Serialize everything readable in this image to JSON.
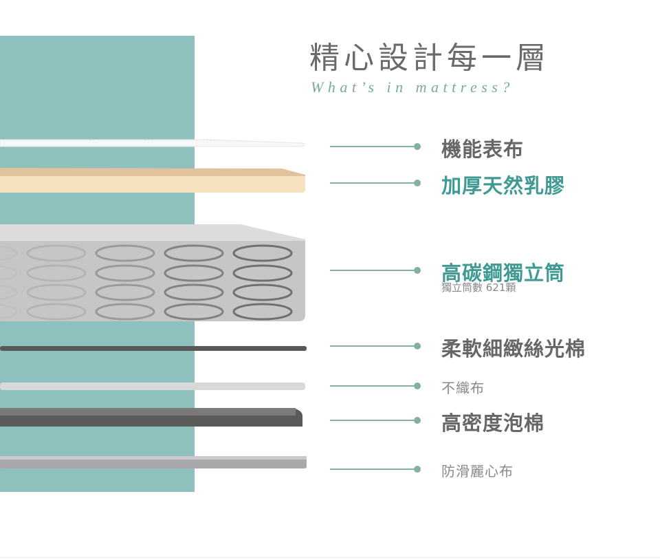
{
  "header": {
    "title": "精心設計每一層",
    "subtitle": "What’s in mattress?"
  },
  "layers": [
    {
      "label": "機能表布",
      "style": "big"
    },
    {
      "label": "加厚天然乳膠",
      "style": "big-teal"
    },
    {
      "label": "高碳鋼獨立筒",
      "style": "big-teal",
      "note": "獨立筒數 621顆"
    },
    {
      "label": "柔軟細緻絲光棉",
      "style": "big"
    },
    {
      "label": "不織布",
      "style": "small"
    },
    {
      "label": "高密度泡棉",
      "style": "big"
    },
    {
      "label": "防滑麗心布",
      "style": "small"
    }
  ],
  "colors": {
    "panel": "#8ec0bd",
    "accent": "#3f9a93",
    "connector": "#85aea7"
  }
}
